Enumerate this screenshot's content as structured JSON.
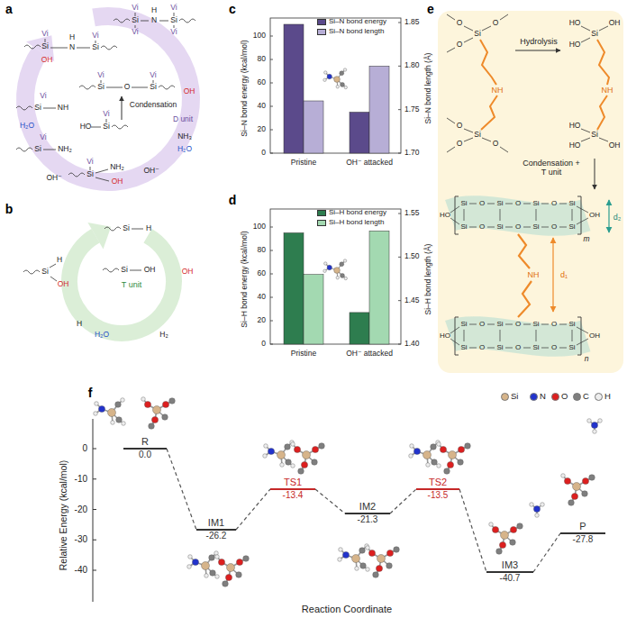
{
  "diagram": {
    "nodes": [
      {
        "text": [
          "Hydrolysis",
          "Condensation + T unit"
        ]
      },
      {
        "text": [
          "R",
          "0.0"
        ]
      },
      {
        "text": [
          "IM1",
          "-26.2"
        ]
      },
      {
        "text": [
          "TS1",
          "-13.4"
        ]
      },
      {
        "text": [
          "IM2",
          "-21.3"
        ]
      },
      {
        "text": [
          "TS2",
          "-13.5"
        ]
      },
      {
        "text": [
          "IM3",
          "-40.7"
        ]
      },
      {
        "text": [
          "P",
          "-27.8"
        ]
      }
    ],
    "edges": [
      {
        "from": 1,
        "to": 2,
        "arrow": "none"
      },
      {
        "from": 2,
        "to": 3,
        "arrow": "none"
      },
      {
        "from": 3,
        "to": 4,
        "arrow": "none"
      },
      {
        "from": 4,
        "to": 5,
        "arrow": "none"
      },
      {
        "from": 5,
        "to": 6,
        "arrow": "none"
      },
      {
        "from": 6,
        "to": 7,
        "arrow": "none"
      }
    ],
    "labels": [
      "a",
      "b",
      "c",
      "d",
      "e",
      "f",
      "Vi",
      "Vi",
      "H",
      "Si",
      "N",
      "Si",
      "Vi",
      "Vi",
      "Vi",
      "Si",
      "OH",
      "H",
      "N",
      "Si",
      "Vi",
      "Vi",
      "Vi",
      "Si",
      "O",
      "Si",
      "Condensation",
      "Vi",
      "HO",
      "Si",
      "D unit",
      "OH",
      "NH₃",
      "H₂O",
      "Vi",
      "Si",
      "NH",
      "H₂O",
      "Vi",
      "Si",
      "NH₂",
      "OH⁻",
      "Vi",
      "Si",
      "NH₂",
      "OH",
      "OH⁻",
      "Si",
      "H",
      "H",
      "Si",
      "OH",
      "Si",
      "OH",
      "T unit",
      "OH",
      "H",
      "H₂O",
      "H₂",
      "Si–N bond energy (kcal/mol)",
      "0",
      "20",
      "40",
      "60",
      "80",
      "100",
      "1.70",
      "1.75",
      "1.80",
      "1.85",
      "Si–N bond length (Å)",
      "Pristine",
      "OH⁻ attacked",
      "Si–H bond energy (kcal/mol)",
      "0",
      "20",
      "40",
      "60",
      "80",
      "100",
      "1.40",
      "1.45",
      "1.50",
      "1.55",
      "Si–H bond length (Å)",
      "Pristine",
      "OH⁻ attacked",
      "O",
      "O",
      "Si",
      "O",
      "NH",
      "O",
      "Si",
      "O",
      "O",
      "HO",
      "OH",
      "Si",
      "HO",
      "NH",
      "HO",
      "Si",
      "HO",
      "OH",
      "HO",
      "Si",
      "O",
      "Si",
      "O",
      "Si",
      "O",
      "Si",
      "Si",
      "O",
      "Si",
      "O",
      "Si",
      "O",
      "Si",
      "OH",
      "m",
      "d₂",
      "NH",
      "d₁",
      "HO",
      "Si",
      "O",
      "Si",
      "O",
      "Si",
      "O",
      "Si",
      "Si",
      "O",
      "Si",
      "O",
      "Si",
      "O",
      "Si",
      "OH",
      "n",
      "Relative Energy (kcal/mol)",
      "0",
      "-10",
      "-20",
      "-30",
      "-40",
      "Reaction Coordinate"
    ],
    "legend": [
      {
        "text": "Si–N bond energy",
        "color": "#5b4a8b"
      },
      {
        "text": "Si–N bond length",
        "color": "#b7aed6"
      },
      {
        "text": "Si–H bond energy",
        "color": "#2e7d4f"
      },
      {
        "text": "Si–H bond length",
        "color": "#a3d9b1"
      },
      {
        "text": "Si",
        "color": "#d6b48a"
      },
      {
        "text": "N",
        "color": "#2233cc"
      },
      {
        "text": "O",
        "color": "#dd1f1f"
      },
      {
        "text": "C",
        "color": "#7f7f7f"
      },
      {
        "text": "H",
        "color": "#eeeeee"
      }
    ]
  }
}
